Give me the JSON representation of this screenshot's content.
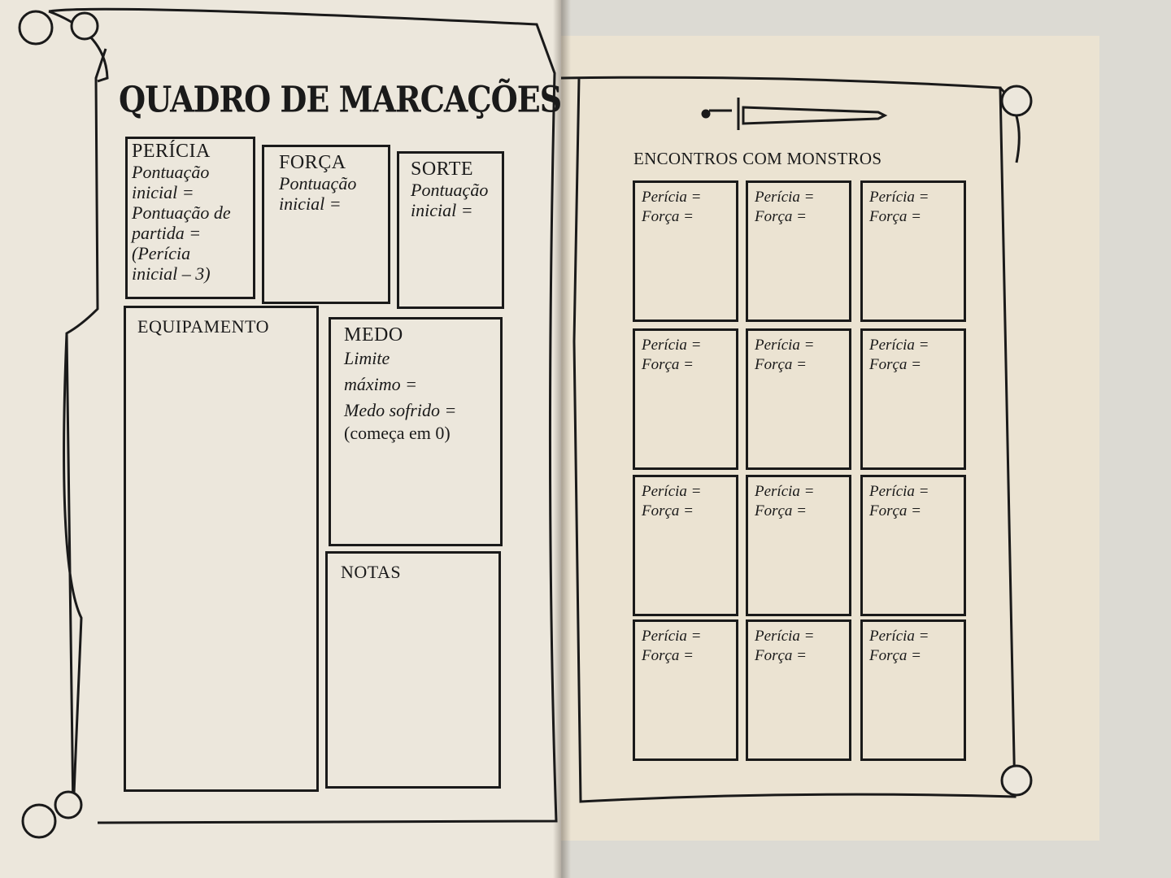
{
  "sheet": {
    "title": "QUADRO DE MARCAÇÕES",
    "skill": {
      "title": "PERÍCIA",
      "lines": [
        "Pontuação",
        "inicial =",
        "Pontuação de",
        "partida =",
        "(Perícia",
        "inicial – 3)"
      ]
    },
    "strength": {
      "title": "FORÇA",
      "lines": [
        "Pontuação",
        "inicial ="
      ]
    },
    "luck": {
      "title": "SORTE",
      "lines": [
        "Pontuação",
        "inicial ="
      ]
    },
    "equipment": {
      "title": "EQUIPAMENTO"
    },
    "fear": {
      "title": "MEDO",
      "lines": [
        "Limite",
        "máximo =",
        "Medo sofrido =",
        "(começa em 0)"
      ]
    },
    "notes": {
      "title": "NOTAS"
    }
  },
  "encounters": {
    "title": "ENCONTROS COM MONSTROS",
    "skill_label": "Perícia =",
    "strength_label": "Força =",
    "grid_rows": 4,
    "grid_cols": 3
  },
  "colors": {
    "ink": "#1a1a1a",
    "paper_left": "#ece7dc",
    "paper_right": "#ebe3d2"
  }
}
